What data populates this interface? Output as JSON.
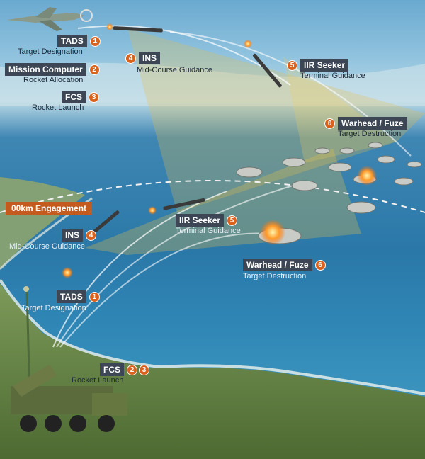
{
  "labels": {
    "air_tads": {
      "tag": "TADS",
      "num": "1",
      "sub": "Target Designation"
    },
    "air_mission": {
      "tag": "Mission Computer",
      "num": "2",
      "sub": "Rocket Allocation"
    },
    "air_fcs": {
      "tag": "FCS",
      "num": "3",
      "sub": "Rocket Launch"
    },
    "air_ins": {
      "tag": "INS",
      "num": "4",
      "sub": "Mid-Course Guidance"
    },
    "air_iir": {
      "tag": "IIR Seeker",
      "num": "5",
      "sub": "Terminal Guidance"
    },
    "air_warhead": {
      "tag": "Warhead / Fuze",
      "num": "6",
      "sub": "Target  Destruction"
    },
    "engagement": {
      "tag": "00km Engagement"
    },
    "gnd_ins": {
      "tag": "INS",
      "num": "4",
      "sub": "Mid-Course Guidance"
    },
    "gnd_iir": {
      "tag": "IIR Seeker",
      "num": "5",
      "sub": "Terminal Guidance"
    },
    "gnd_warhead": {
      "tag": "Warhead / Fuze",
      "num": "6",
      "sub": "Target  Destruction"
    },
    "gnd_tads": {
      "tag": "TADS",
      "num": "1",
      "sub": "Target Designation"
    },
    "gnd_fcs": {
      "tag": "FCS",
      "num1": "2",
      "num2": "3",
      "sub": "Rocket Launch"
    }
  },
  "colors": {
    "tag_bg": "#3c4654",
    "badge": "#d9621f",
    "engagement_bg": "#c35a1e",
    "beam": "#e6c04a"
  }
}
